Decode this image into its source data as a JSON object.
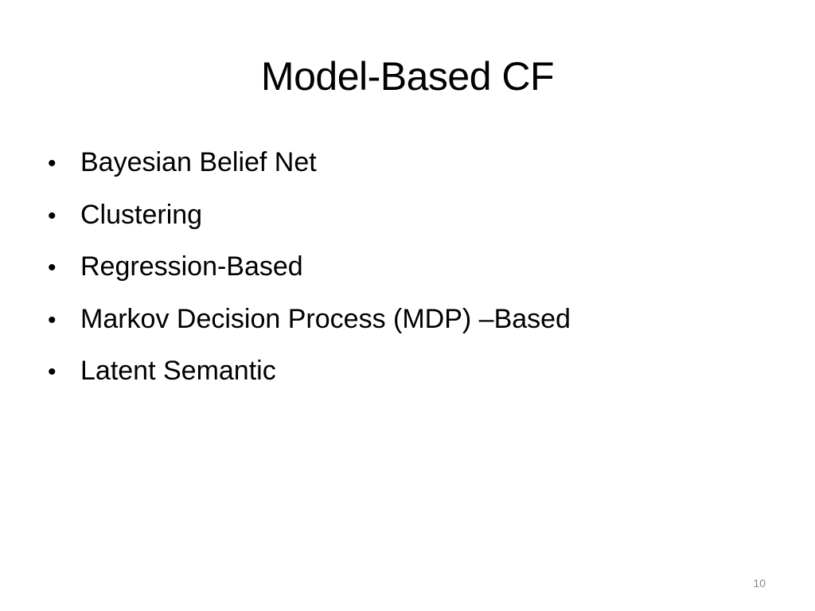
{
  "slide": {
    "title": "Model-Based CF",
    "bullet_glyph": "•",
    "bullets": [
      "Bayesian Belief Net",
      "Clustering",
      "Regression-Based",
      "Markov Decision Process (MDP) –Based",
      "Latent Semantic"
    ],
    "page_number": "10"
  }
}
